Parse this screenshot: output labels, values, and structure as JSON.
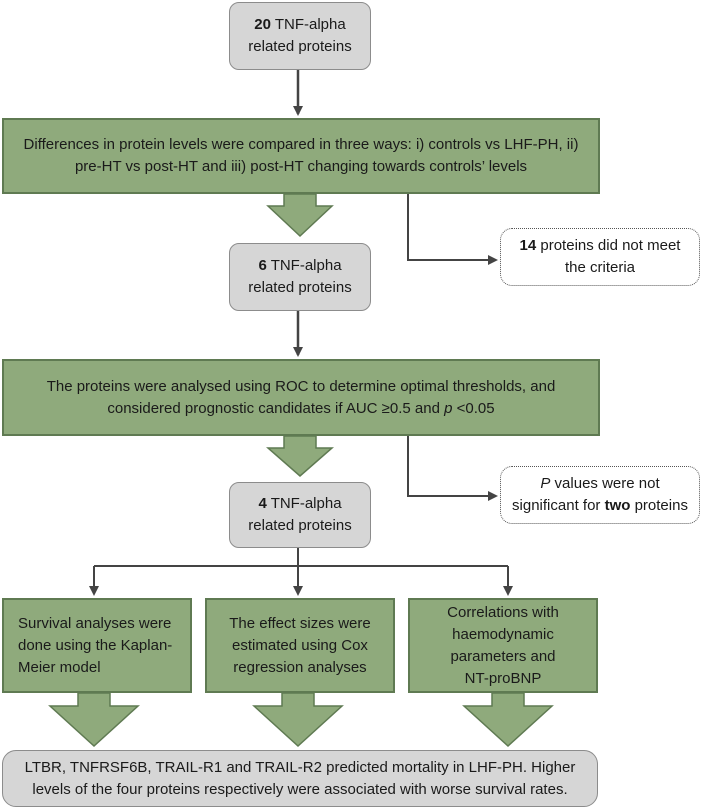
{
  "box1": {
    "num": "20",
    "line1": "TNF-alpha",
    "line2": "related proteins"
  },
  "step1": {
    "line1": "Differences in protein levels were compared in three ways: i) controls vs LHF-PH, ii)",
    "line2": "pre-HT vs post-HT and iii) post-HT changing towards controls’ levels"
  },
  "note1": {
    "num": "14",
    "line1": "proteins did not meet",
    "line2": "the criteria"
  },
  "box2": {
    "num": "6",
    "line1": "TNF-alpha",
    "line2": "related proteins"
  },
  "step2": {
    "line1": "The proteins were analysed using ROC to determine optimal thresholds, and",
    "line2a": "considered prognostic candidates if AUC ≥0.5 and",
    "p": "p",
    "line2b": "<0.05"
  },
  "note2": {
    "p": "P",
    "line1": "values were not",
    "line2a": "significant for",
    "bold": "two",
    "line2b": "proteins"
  },
  "box3": {
    "num": "4",
    "line1": "TNF-alpha",
    "line2": "related proteins"
  },
  "branches": [
    {
      "lines": [
        "Survival analyses were",
        "done using the Kaplan-",
        "Meier model"
      ]
    },
    {
      "lines": [
        "The effect sizes were",
        "estimated using Cox",
        "regression analyses"
      ]
    },
    {
      "lines": [
        "Correlations with",
        "haemodynamic",
        "parameters and",
        "NT-proBNP"
      ]
    }
  ],
  "result": {
    "line1": "LTBR, TNFRSF6B, TRAIL-R1 and TRAIL-R2 predicted mortality in LHF-PH. Higher",
    "line2": "levels of the four proteins respectively were associated with worse survival rates."
  }
}
